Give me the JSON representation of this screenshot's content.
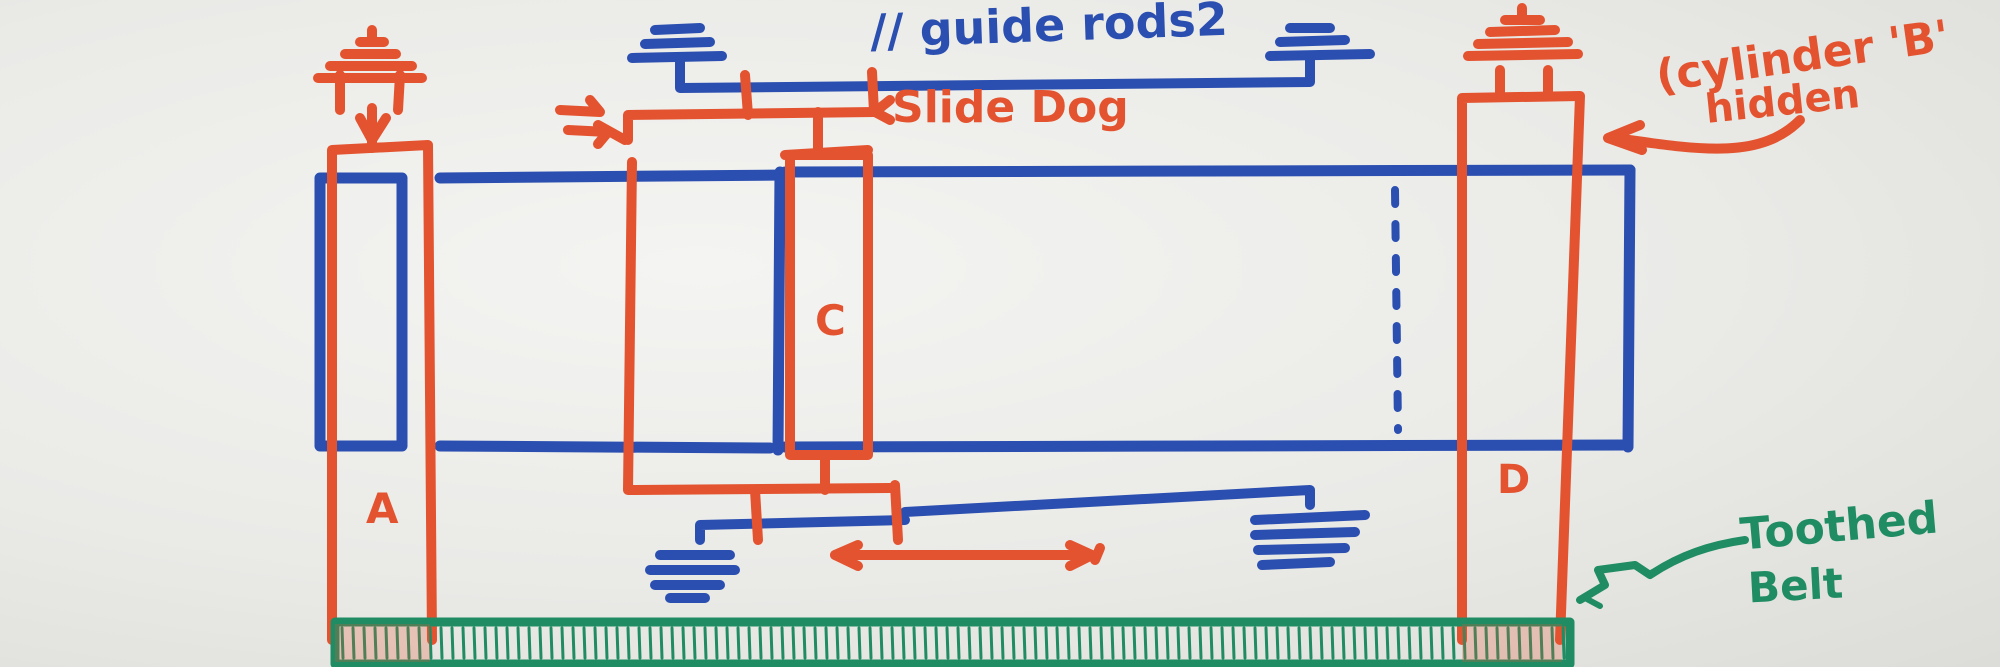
{
  "labels": {
    "guide_rods": "// guide rods2",
    "slide_dog": "Slide Dog",
    "cylinder_b_line1": "(cylinder 'B'",
    "cylinder_b_line2": "hidden",
    "a": "A",
    "c": "C",
    "d": "D",
    "toothed_line1": "Toothed",
    "toothed_line2": "Belt"
  },
  "colors": {
    "board": "#ececea",
    "blue_marker": "#2b4fb0",
    "red_marker": "#e4532f",
    "green_marker": "#1f8c64"
  }
}
